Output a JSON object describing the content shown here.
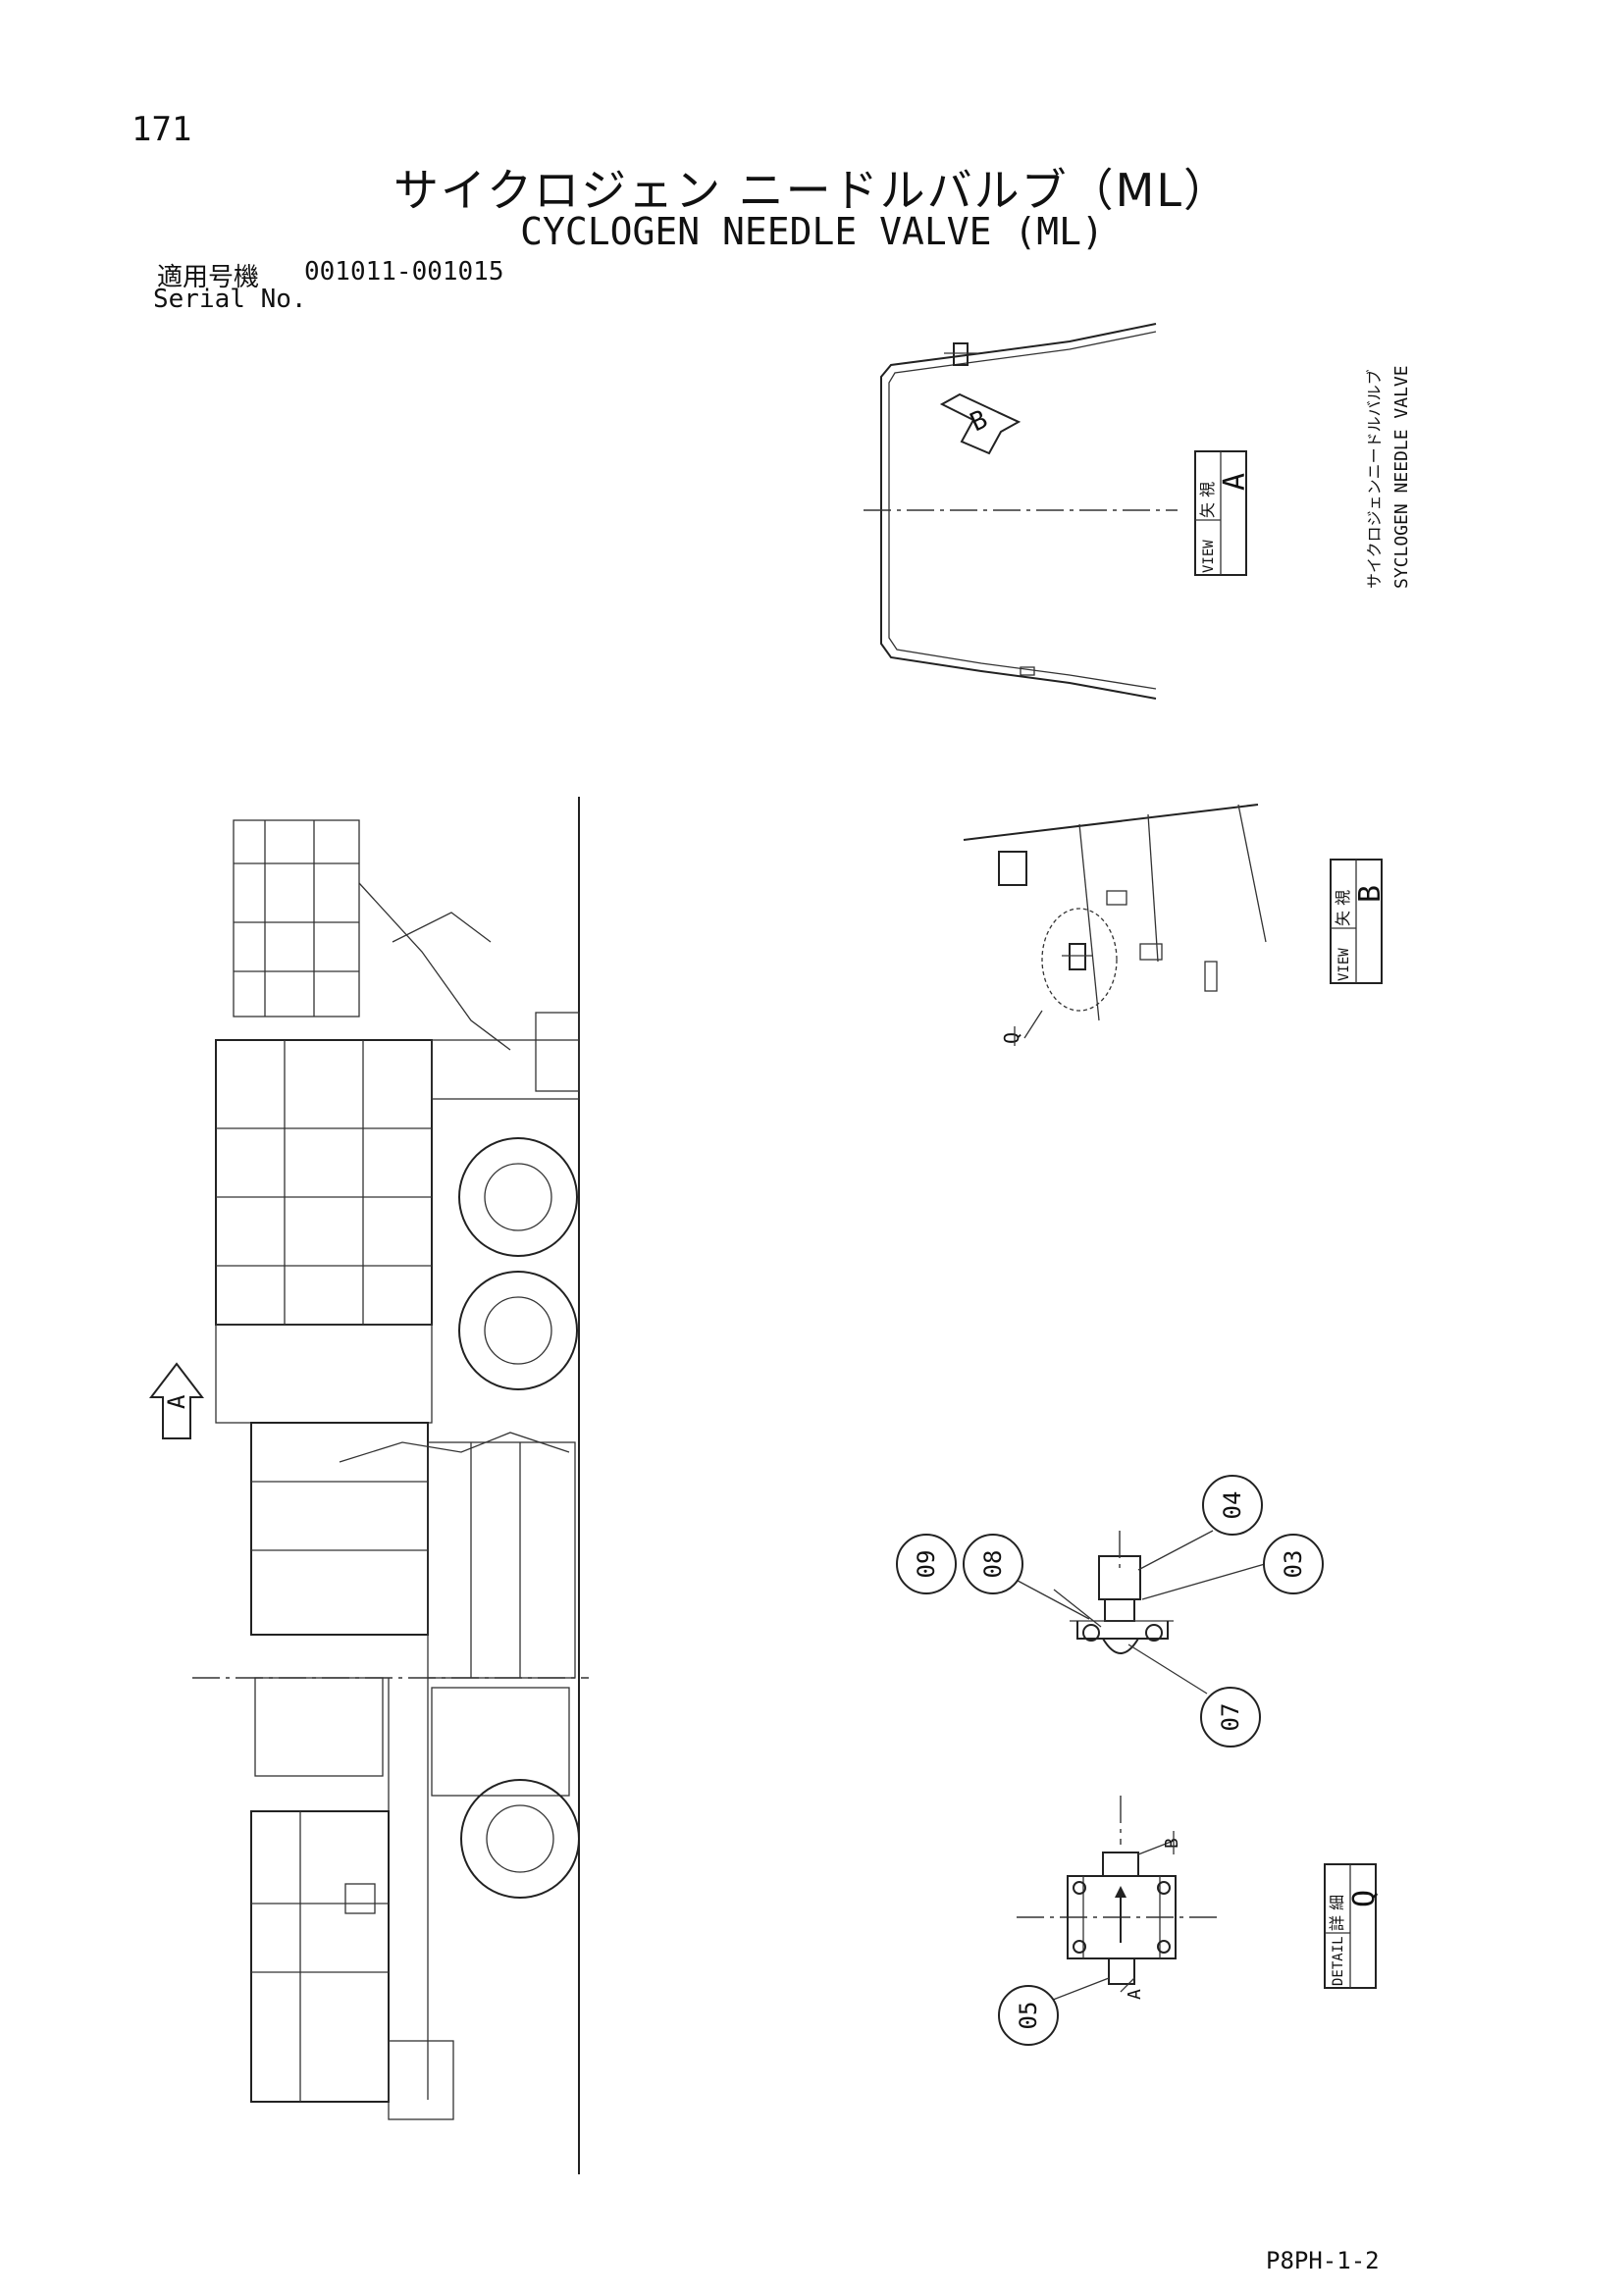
{
  "page_number": "171",
  "title_jp": "サイクロジェン ニードルバルブ（ML）",
  "title_en": "CYCLOGEN NEEDLE VALVE (ML)",
  "serial": {
    "label_jp": "適用号機",
    "label_en": "Serial No.",
    "value": "001011-001015"
  },
  "side_label": {
    "jp": "サイクロジェンニードルバルブ",
    "en": "SYCLOGEN NEEDLE VALVE"
  },
  "view_a": {
    "jp": "矢 視",
    "en": "VIEW",
    "letter": "A"
  },
  "view_b": {
    "jp": "矢 視",
    "en": "VIEW",
    "letter": "B"
  },
  "detail_q": {
    "jp": "詳 細",
    "en": "DETAIL",
    "letter": "Q"
  },
  "arrow_a_letter": "A",
  "arrow_b_letter": "B",
  "q_callout": "Q",
  "port_a": "A",
  "port_b": "B",
  "callouts": [
    "04",
    "03",
    "09",
    "08",
    "07",
    "05"
  ],
  "doc_code": "P8PH-1-2"
}
